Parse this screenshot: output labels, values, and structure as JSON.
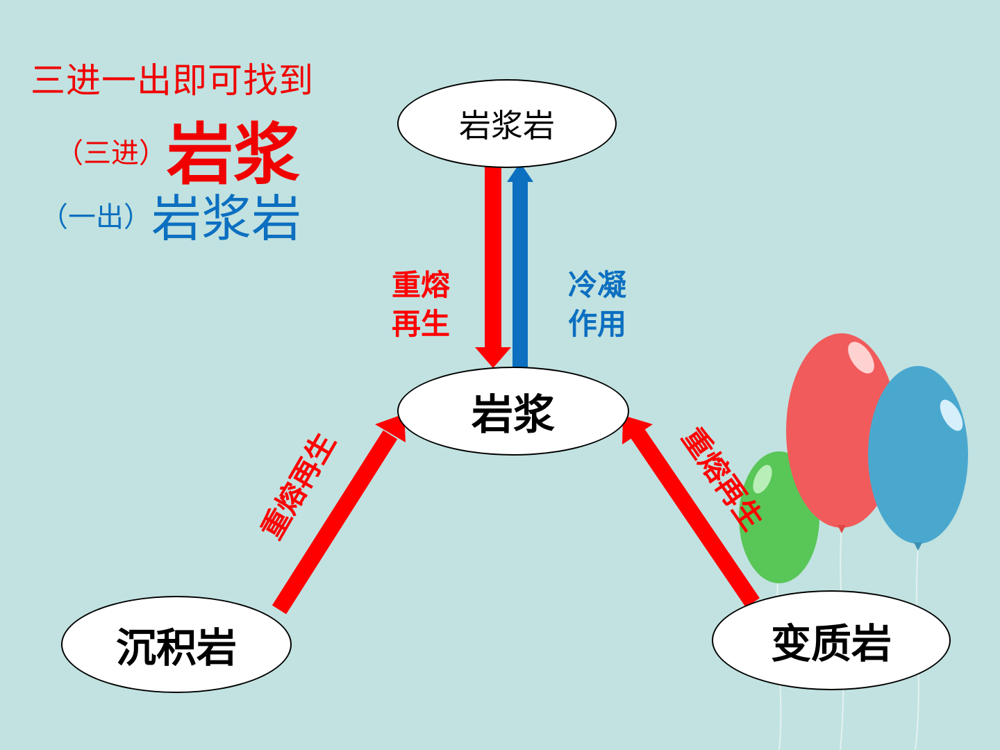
{
  "legend": {
    "line1": "三进一出即可找到",
    "line2_prefix": "（三进）",
    "line2_main": "岩浆",
    "line3_prefix": "（一出）",
    "line3_main": "岩浆岩"
  },
  "nodes": {
    "igneous_rock": "岩浆岩",
    "magma": "岩浆",
    "sedimentary_rock": "沉积岩",
    "metamorphic_rock": "变质岩"
  },
  "edges": {
    "remelt_from_igneous": {
      "line1": "重熔",
      "line2": "再生"
    },
    "condensation": {
      "line1": "冷凝",
      "line2": "作用"
    },
    "remelt_from_sedimentary": "重熔再生",
    "remelt_from_metamorphic": "重熔再生"
  },
  "colors": {
    "background": "#c1e2e0",
    "red": "#ff0000",
    "blue": "#0c6fc0",
    "balloon_red": "#f15b5b",
    "balloon_blue": "#4aa8cf",
    "balloon_green": "#59c658"
  }
}
